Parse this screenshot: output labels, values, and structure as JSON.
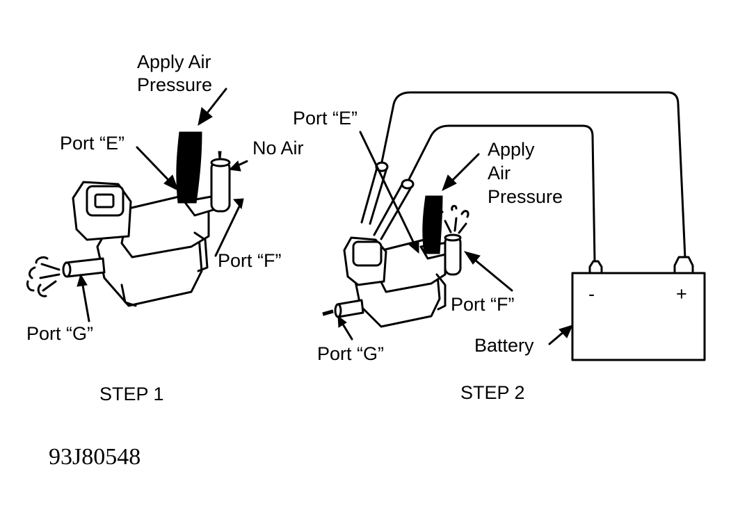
{
  "step1": {
    "caption": "STEP 1",
    "apply_air_line1": "Apply Air",
    "apply_air_line2": "Pressure",
    "port_e": "Port “E”",
    "no_air": "No Air",
    "port_f": "Port “F”",
    "port_g": "Port “G”"
  },
  "step2": {
    "caption": "STEP 2",
    "port_e": "Port “E”",
    "apply_line1": "Apply",
    "apply_line2": "Air",
    "apply_line3": "Pressure",
    "port_f": "Port “F”",
    "port_g": "Port “G”",
    "battery_label": "Battery",
    "battery_minus": "-",
    "battery_plus": "+"
  },
  "figure_code": "93J80548"
}
